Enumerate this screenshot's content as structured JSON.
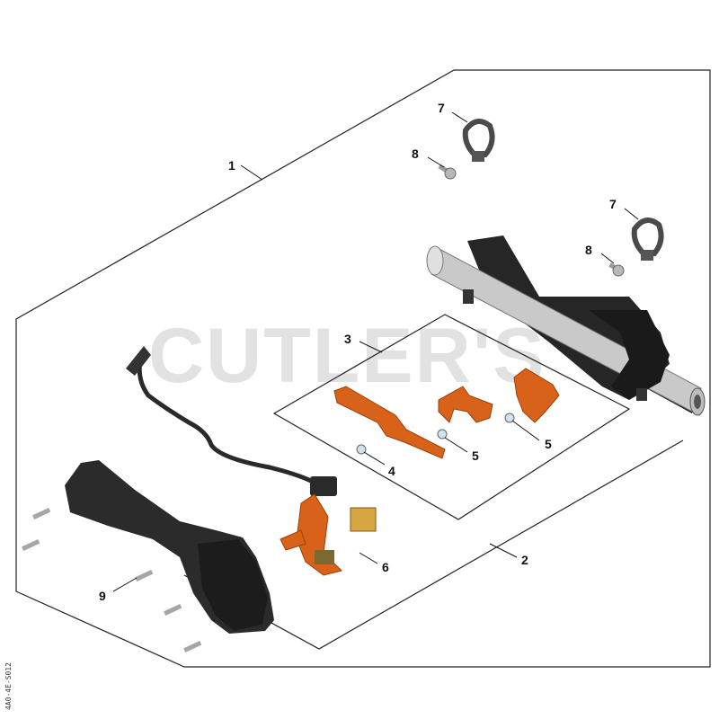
{
  "diagram": {
    "watermark": "CUTLER'S",
    "side_code": "4A0-4E-S012",
    "callouts": [
      {
        "id": "c1",
        "label": "1"
      },
      {
        "id": "c2",
        "label": "2"
      },
      {
        "id": "c3",
        "label": "3"
      },
      {
        "id": "c4",
        "label": "4"
      },
      {
        "id": "c5a",
        "label": "5"
      },
      {
        "id": "c5b",
        "label": "5"
      },
      {
        "id": "c6",
        "label": "6"
      },
      {
        "id": "c7a",
        "label": "7"
      },
      {
        "id": "c7b",
        "label": "7"
      },
      {
        "id": "c8a",
        "label": "8"
      },
      {
        "id": "c8b",
        "label": "8"
      },
      {
        "id": "c9",
        "label": "9"
      }
    ],
    "colors": {
      "orange": "#d9621a",
      "dark_part": "#2b2b2b",
      "tube": "#c8c8c8",
      "watermark": "#d9d9d9"
    }
  }
}
